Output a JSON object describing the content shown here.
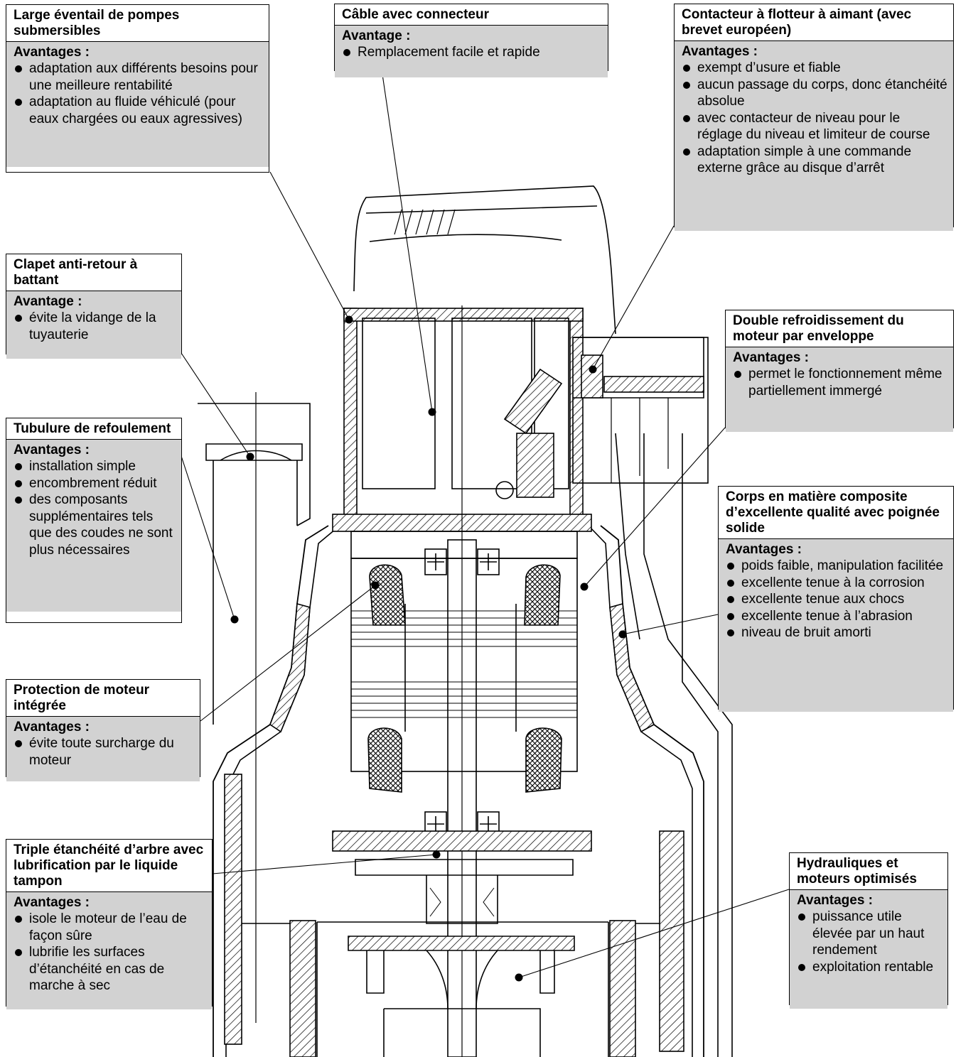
{
  "callouts": [
    {
      "id": "range",
      "title": "Large éventail de pompes submersibles",
      "advantages_label": "Avantages :",
      "items": [
        "adaptation aux différents besoins pour une meilleure rentabilité",
        "adaptation au fluide véhiculé (pour eaux chargées ou eaux agressives)"
      ]
    },
    {
      "id": "cable",
      "title": "Câble avec connecteur",
      "advantages_label": "Avantage :",
      "items": [
        "Remplacement facile et rapide"
      ]
    },
    {
      "id": "float-switch",
      "title": "Contacteur à flotteur à aimant (avec brevet européen)",
      "advantages_label": "Avantages :",
      "items": [
        "exempt d’usure et fiable",
        "aucun passage du corps, donc étanchéité absolue",
        "avec contacteur de niveau pour le réglage du niveau et limiteur de course",
        "adaptation simple à une commande externe grâce au disque d’arrêt"
      ]
    },
    {
      "id": "check-valve",
      "title": "Clapet anti-retour à battant",
      "advantages_label": "Avantage :",
      "items": [
        "évite la vidange de la tuyauterie"
      ]
    },
    {
      "id": "cooling",
      "title": "Double refroidissement du moteur par enveloppe",
      "advantages_label": "Avantages :",
      "items": [
        "permet le fonctionnement même partiellement immergé"
      ]
    },
    {
      "id": "discharge",
      "title": "Tubulure de refoulement",
      "advantages_label": "Avantages :",
      "items": [
        "installation simple",
        "encombrement réduit",
        "des composants supplémentaires tels que des coudes ne sont plus nécessaires"
      ]
    },
    {
      "id": "body",
      "title": "Corps en matière composite d’excellente qualité avec poignée solide",
      "advantages_label": "Avantages :",
      "items": [
        "poids faible, manipulation facilitée",
        "excellente tenue à la corrosion",
        "excellente tenue aux chocs",
        "excellente tenue à l’abrasion",
        "niveau de bruit amorti"
      ]
    },
    {
      "id": "motor-protection",
      "title": "Protection de moteur intégrée",
      "advantages_label": "Avantages :",
      "items": [
        "évite toute surcharge du moteur"
      ]
    },
    {
      "id": "shaft-seal",
      "title": "Triple étanchéité d’arbre avec lubrification par le liquide tampon",
      "advantages_label": "Avantages :",
      "items": [
        "isole le moteur de l’eau de façon sûre",
        "lubrifie les surfaces d’étanchéité en cas de marche à sec"
      ]
    },
    {
      "id": "hydraulics",
      "title": "Hydrauliques et moteurs optimisés",
      "advantages_label": "Avantages :",
      "items": [
        "puissance utile élevée par un haut rendement",
        "exploitation rentable"
      ]
    }
  ]
}
